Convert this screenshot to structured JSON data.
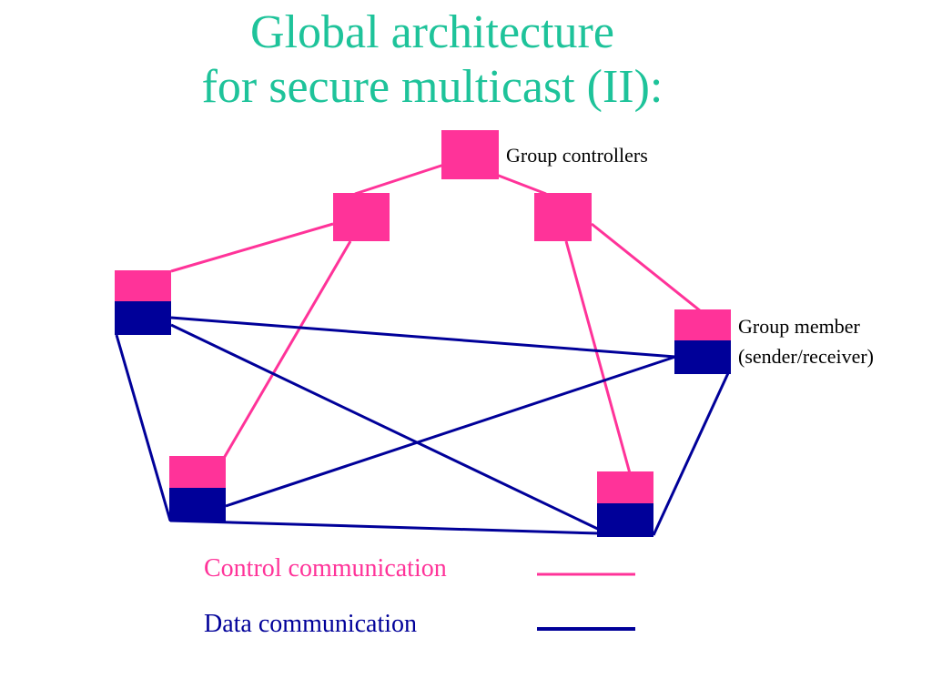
{
  "title": {
    "line1": "Global  architecture",
    "line2": "for secure multicast (II):"
  },
  "labels": {
    "group_controllers": "Group controllers",
    "group_member_line1": "Group member",
    "group_member_line2": "(sender/receiver)"
  },
  "legend": {
    "control": "Control communication",
    "data": "Data communication"
  },
  "colors": {
    "title": "#1ec39a",
    "control": "#ff3399",
    "data": "#000099"
  }
}
